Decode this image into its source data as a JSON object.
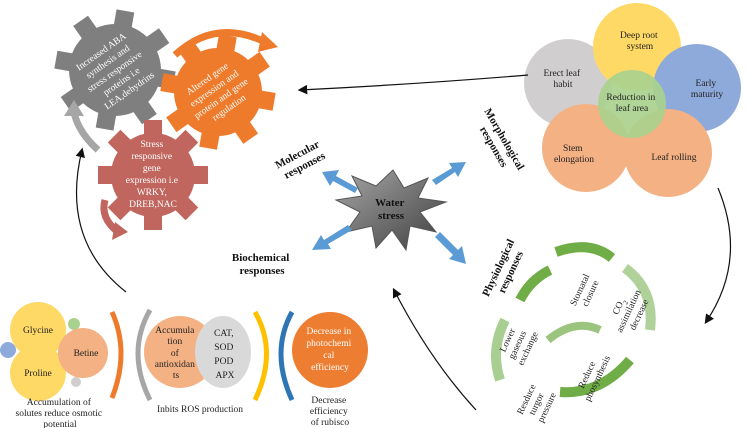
{
  "center": {
    "line1": "Water",
    "line2": "stress"
  },
  "responses": {
    "molecular": {
      "line1": "Molecular",
      "line2": "responses"
    },
    "morphological": {
      "line1": "Morphological",
      "line2": "responses"
    },
    "physiological": {
      "line1": "Physiological",
      "line2": "responses"
    },
    "biochemical": {
      "line1": "Biochemical",
      "line2": "responses"
    }
  },
  "molecular": {
    "gear_gray": [
      "Increased ABA",
      "synthesis and",
      "stress responsive",
      "proteins i.e",
      "LEA,dehydrins"
    ],
    "gear_orange": [
      "Altered gene",
      "expression and",
      "protein and gene",
      "regulation"
    ],
    "gear_brown": [
      "Stress",
      "responsive",
      "gene",
      "expression i.e",
      "WRKY,",
      "DREB,NAC"
    ]
  },
  "morphological": {
    "center": [
      "Reduction in",
      "leaf area"
    ],
    "petals": {
      "top": [
        "Deep root",
        "system"
      ],
      "right": [
        "Early",
        "maturity"
      ],
      "bottom_right": [
        "Leaf rolling"
      ],
      "bottom_left": [
        "Stem",
        "elongation"
      ],
      "left": [
        "Erect leaf",
        "habit"
      ]
    }
  },
  "physiological": {
    "items": {
      "stomatal": [
        "Stomatal",
        "closure"
      ],
      "co2": [
        "CO",
        "assimilation",
        "decrease"
      ],
      "co2_sub": "2",
      "lower": [
        "Lower",
        "gaseous",
        "exchange"
      ],
      "reduce_photo": [
        "Reduce",
        "phosynthesis"
      ],
      "reduce_turgor": [
        "Resduce",
        "turgor",
        "pressure"
      ]
    }
  },
  "biochemical": {
    "glycine": "Glycine",
    "betine": "Betine",
    "proline": "Proline",
    "accumulation": [
      "Accumula",
      "tion",
      "of",
      "antioxidan",
      "ts"
    ],
    "enzymes": [
      "CAT,",
      "SOD",
      "POD",
      "APX"
    ],
    "photochem": [
      "Decrease in",
      "photochemi",
      "cal",
      "efficiency"
    ],
    "caption1": [
      "Accumulation of",
      "solutes reduce osmotic",
      "potential"
    ],
    "caption2": "Inbits ROS production",
    "caption3": [
      "Decrease",
      "efficiency",
      "of rubisco"
    ]
  },
  "colors": {
    "gear_gray": "#7f7f7f",
    "gear_orange": "#ee7b2c",
    "gear_brown": "#c0665e",
    "petal_yellow": "#ffd966",
    "petal_blue": "#8eaadb",
    "petal_peach": "#f4b183",
    "petal_gray": "#d0cece",
    "center_green": "#a9d18e",
    "arrow_blue": "#5b9bd5",
    "physio_green": "#70ad47",
    "orange_circle": "#ed7d31"
  }
}
